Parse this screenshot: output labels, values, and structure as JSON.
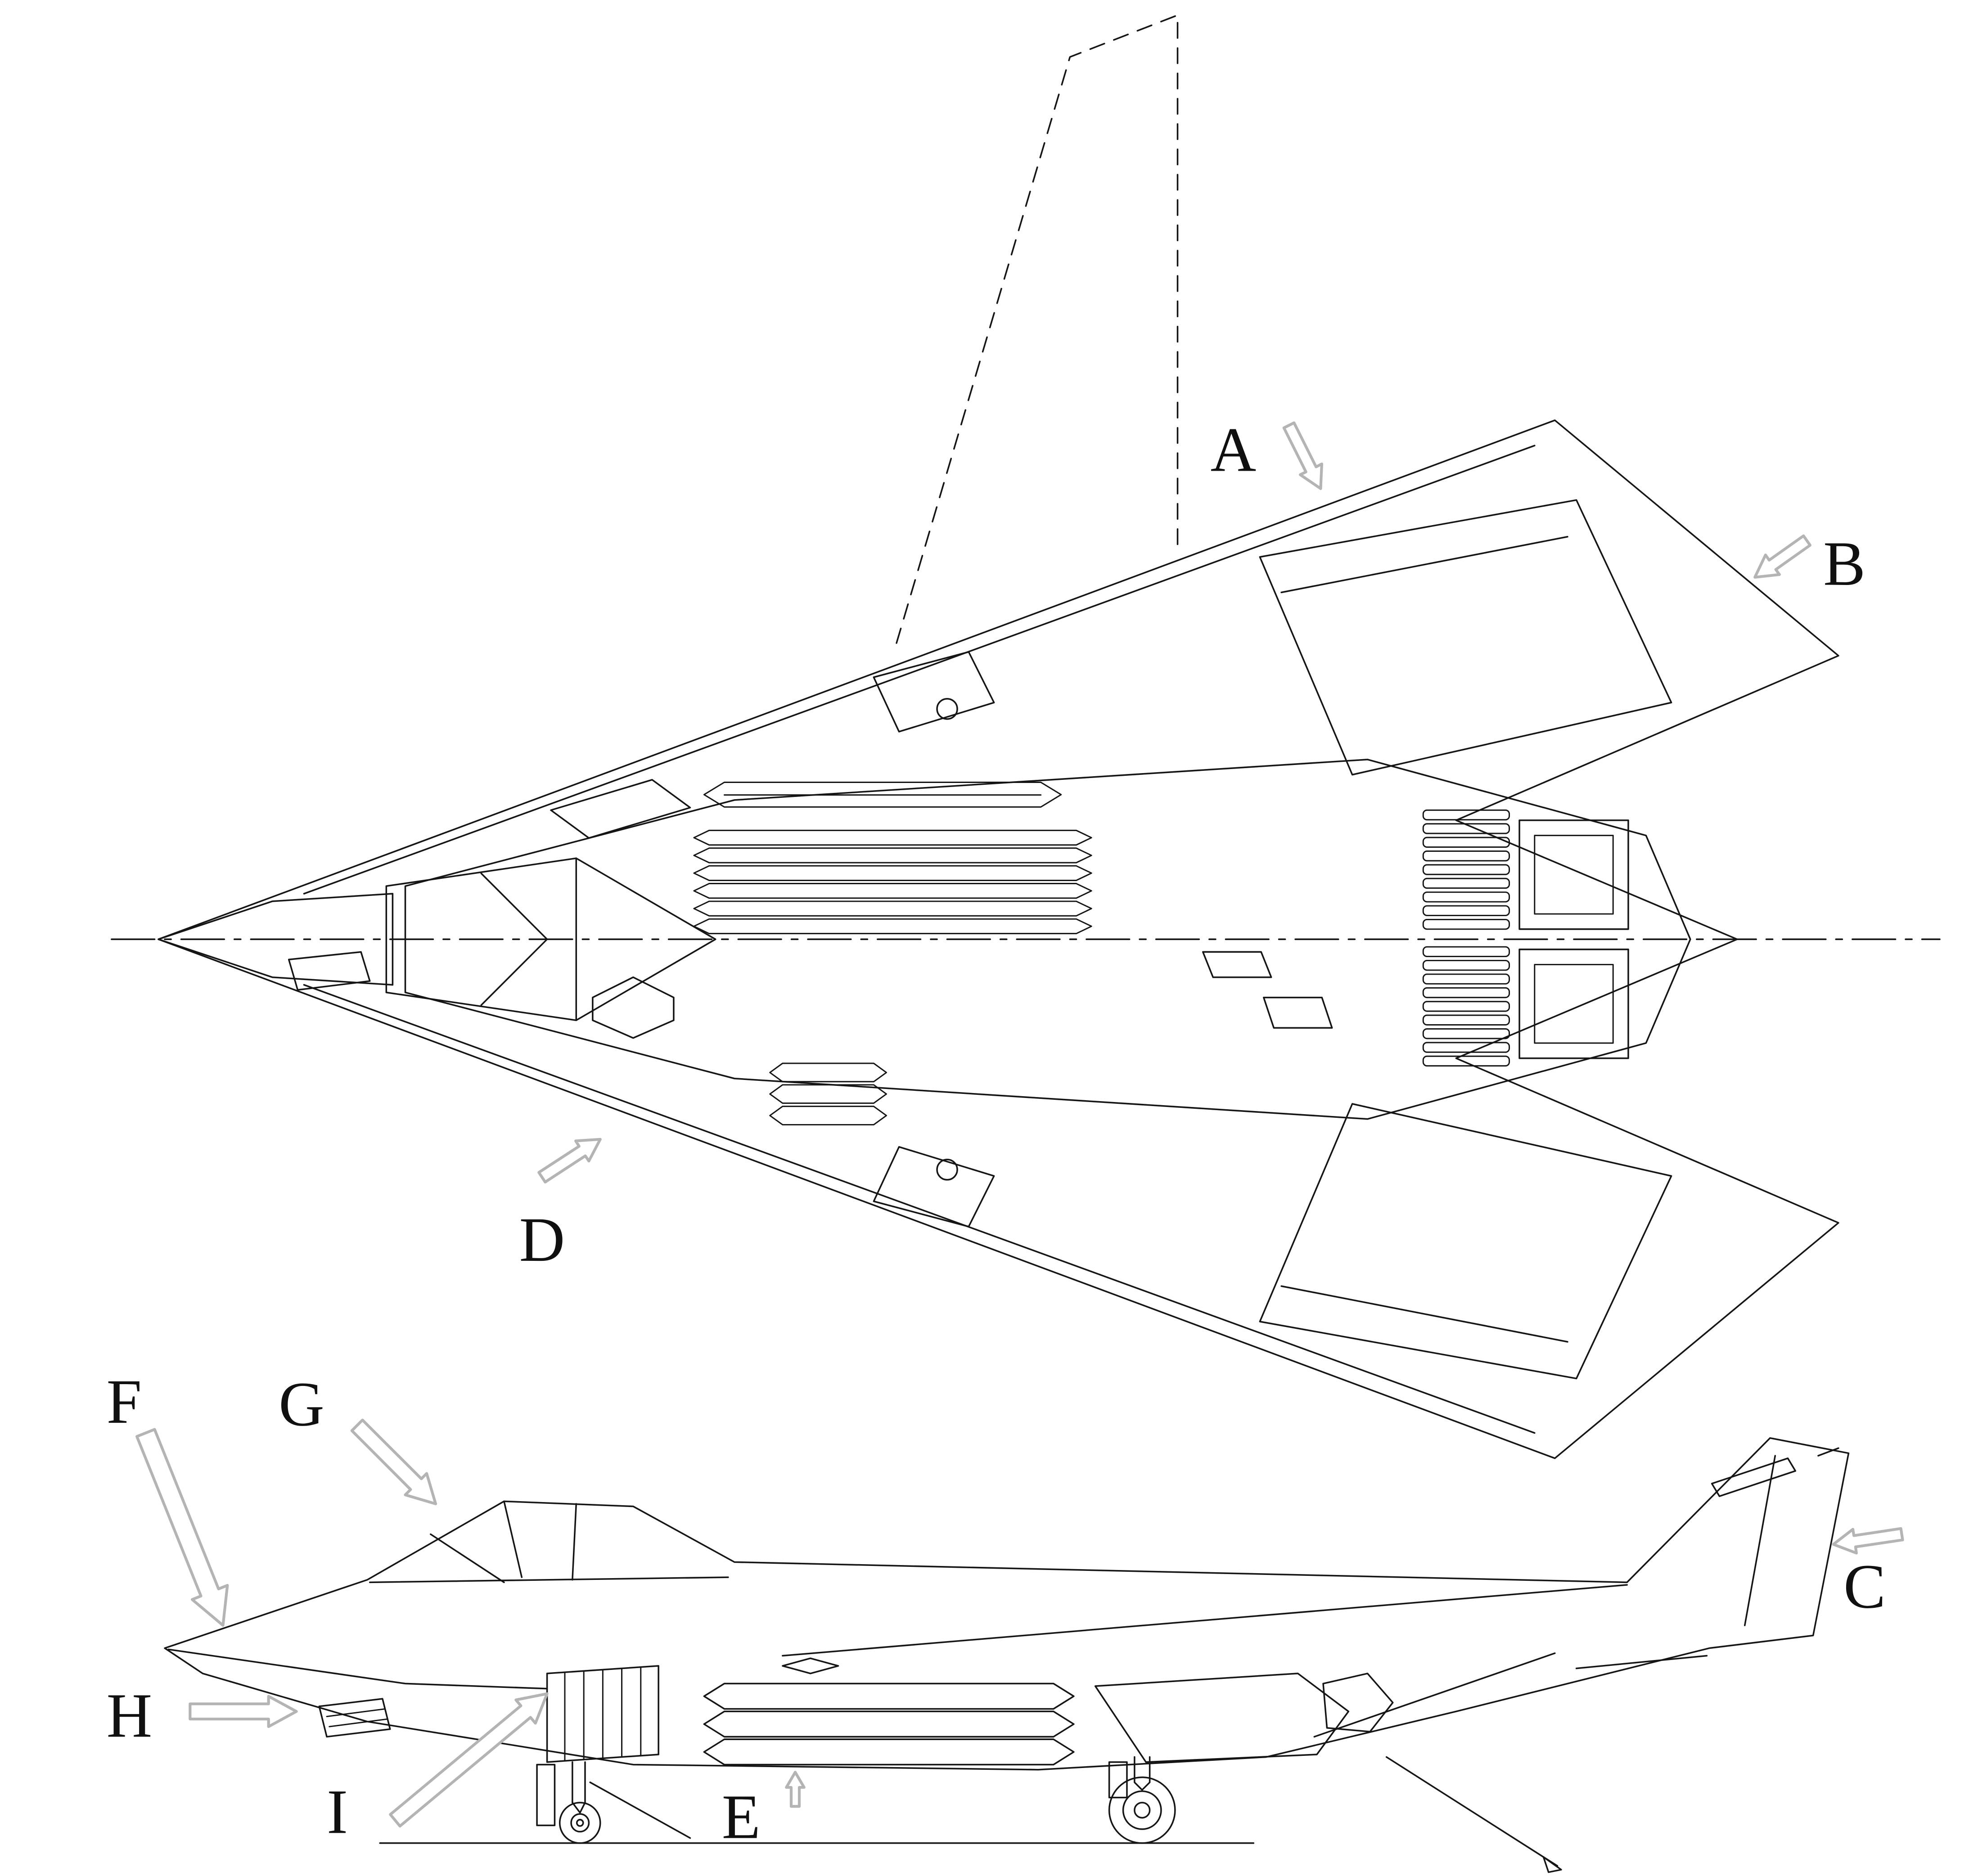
{
  "colors": {
    "background": "#ffffff",
    "line": "#151515",
    "callout_arrow": "#b4b4b4"
  },
  "labels": {
    "a": "A",
    "b": "B",
    "c": "C",
    "d": "D",
    "e": "E",
    "f": "F",
    "g": "G",
    "h": "H",
    "i": "I"
  }
}
